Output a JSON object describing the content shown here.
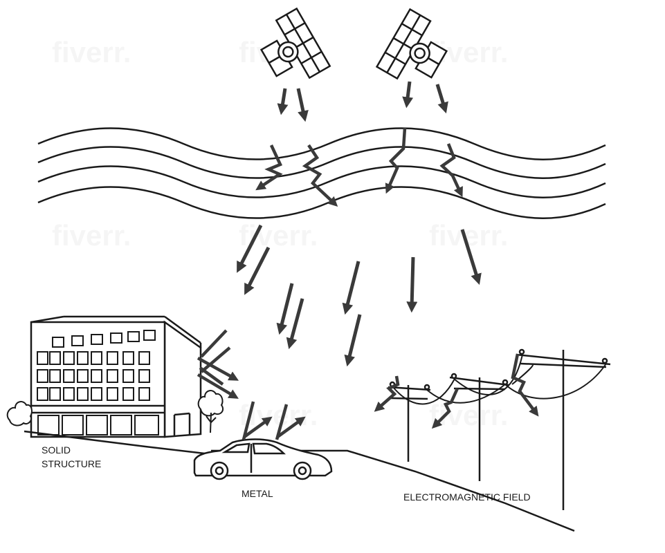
{
  "labels": {
    "solid_line1": "SOLID",
    "solid_line2": "STRUCTURE",
    "metal": "METAL",
    "em_field": "ELECTROMAGNETIC FIELD"
  },
  "watermark": "fiverr.",
  "colors": {
    "line": "#1a1a1a",
    "arrow": "#3a3a3a",
    "background": "#ffffff"
  },
  "icons": [
    "satellite-icon",
    "building-icon",
    "car-icon",
    "tree-icon",
    "power-pole-icon"
  ]
}
